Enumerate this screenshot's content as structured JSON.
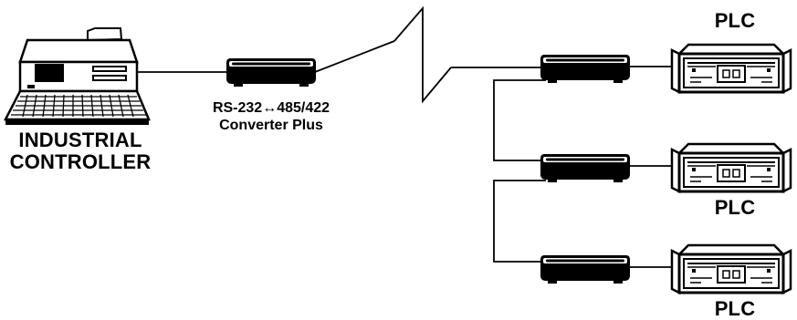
{
  "labels": {
    "controller_line1": "INDUSTRIAL",
    "controller_line2": "CONTROLLER",
    "converter_line1": "RS-232↔485/422",
    "converter_line2": "Converter Plus",
    "plc_top": "PLC",
    "plc_middle": "PLC",
    "plc_bottom": "PLC"
  },
  "colors": {
    "ink": "#000000",
    "background": "#ffffff"
  }
}
